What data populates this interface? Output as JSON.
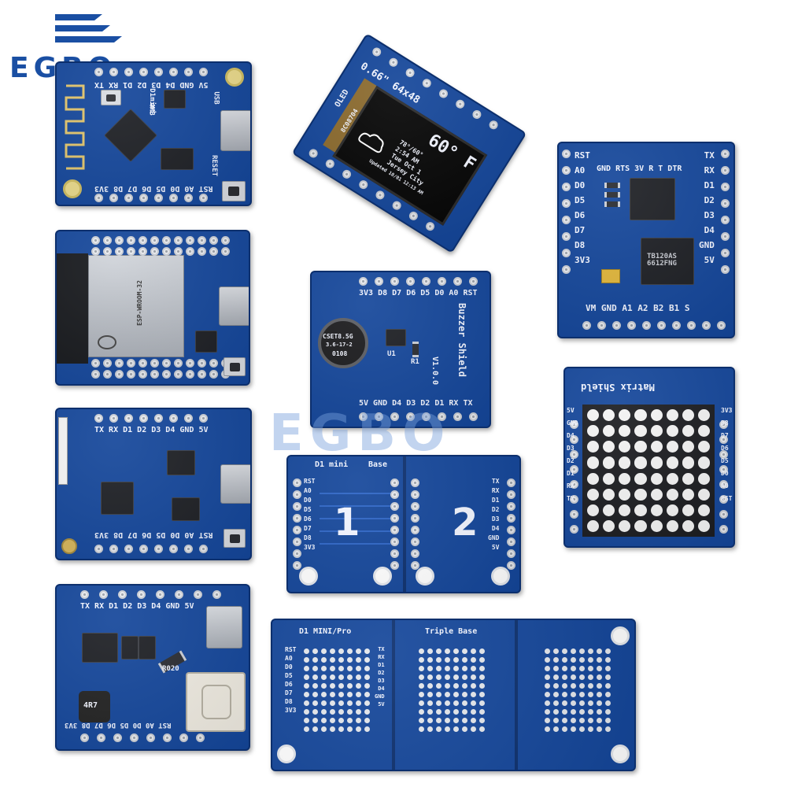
{
  "brand": {
    "logo_text": "EGBO",
    "watermark_text": "EGBO",
    "colors": {
      "logo": "#1a4fa3",
      "pcb": "#14469a",
      "silk": "#f2f5ff"
    }
  },
  "boards": {
    "d1mini": {
      "top_pins": "5V GND D4 D3 D2 D1 RX TX",
      "bottom_pins": "RST A0 D0 D5 D6 D7 D8 3V3",
      "label_model": "D1mini",
      "label_flash": "4MB",
      "label_usb": "USB",
      "label_reset": "RESET"
    },
    "oled": {
      "title_1": "0.66\"",
      "title_2": "64x48",
      "title_3": "OLED",
      "code": "8C08704",
      "temp": "60° F",
      "line1": "78°/60°",
      "line2": "2:54 AM",
      "line3": "Tue Oct 1",
      "line4": "Jersey City",
      "line5": "Updated 10/01 12:13 AM"
    },
    "motor": {
      "left_labels": [
        "RST",
        "A0",
        "D0",
        "D5",
        "D6",
        "D7",
        "D8",
        "3V3"
      ],
      "right_labels": [
        "TX",
        "RX",
        "D1",
        "D2",
        "D3",
        "D4",
        "GND",
        "5V"
      ],
      "top_row": "GND RTS 3V  R  T  DTR",
      "bottom_row": "VM  GND  A1  A2  B2  B1  S",
      "chip_label": "TB120AS 6612FNG"
    },
    "esp32": {
      "module_text": "ESP-WROOM-32"
    },
    "buzzer": {
      "top_pins": "3V3 D8 D7 D6 D5 D0 A0 RST",
      "bottom_pins": "5V GND D4 D3 D2 D1 RX TX",
      "buzzer_text_1": "CSET8.5G",
      "buzzer_text_2": "3.6-17-2",
      "buzzer_text_3": "0108",
      "title": "Buzzer Shield",
      "version": "V1.0.0",
      "u1": "U1",
      "r1": "R1"
    },
    "matrix": {
      "title": "Matrix Shield",
      "left_labels": [
        "3V3",
        "D8",
        "D7",
        "D6",
        "D5",
        "D0",
        "A0",
        "RST"
      ],
      "right_labels": [
        "5V",
        "GND",
        "D4",
        "D3",
        "D2",
        "D1",
        "RX",
        "TX"
      ]
    },
    "d1pro": {
      "top_pins": "TX RX D1 D2 D3 D4 GND 5V",
      "bottom_pins": "RST A0 D0 D5 D6 D7 D8 3V3"
    },
    "battery": {
      "top_pins": "TX RX D1 D2 D3 D4 GND 5V",
      "bottom_pins": "RST A0 D0 D5 D6 D7 D8 3V3",
      "inductor": "4R7",
      "resistor": "R020"
    },
    "dual_base": {
      "title_1": "D1 mini",
      "title_2": "Base",
      "num_1": "1",
      "num_2": "2",
      "left_labels": [
        "RST",
        "A0",
        "D0",
        "D5",
        "D6",
        "D7",
        "D8",
        "3V3"
      ],
      "right_labels": [
        "TX",
        "RX",
        "D1",
        "D2",
        "D3",
        "D4",
        "GND",
        "5V"
      ]
    },
    "triple_base": {
      "title_1": "D1 MINI/Pro",
      "title_2": "Triple Base",
      "left_labels": [
        "RST",
        "A0",
        "D0",
        "D5",
        "D6",
        "D7",
        "D8",
        "3V3"
      ],
      "right_labels": [
        "TX",
        "RX",
        "D1",
        "D2",
        "D3",
        "D4",
        "GND",
        "5V"
      ]
    }
  }
}
